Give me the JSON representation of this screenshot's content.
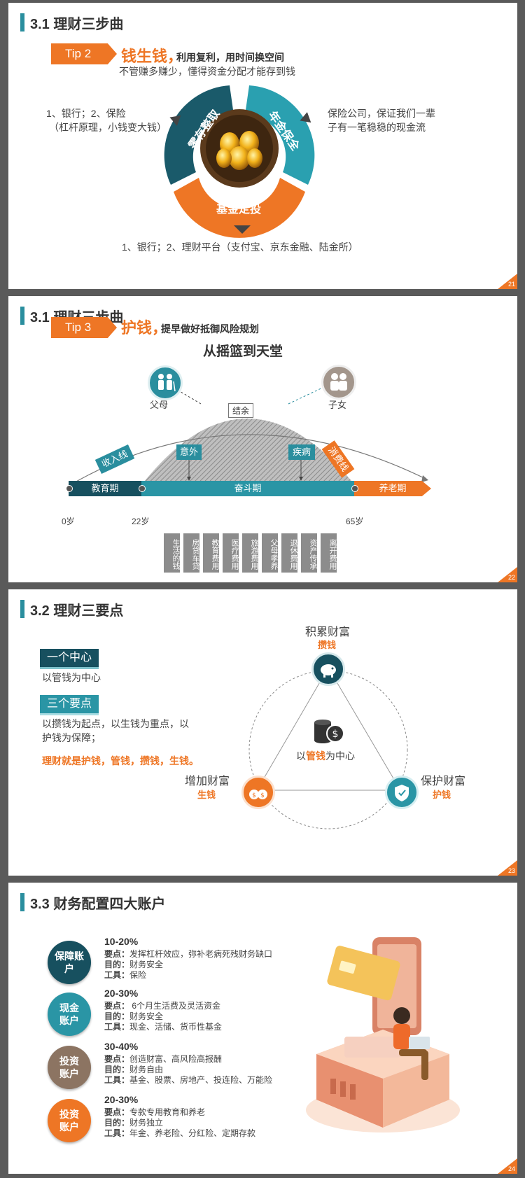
{
  "slide1": {
    "title": "3.1 理财三步曲",
    "tip": "Tip 2",
    "heading": "钱生钱，",
    "heading_sub": "利用复利，用时间换空间",
    "desc": "不管赚多赚少，懂得资金分配才能存到钱",
    "left_1": "1、银行；2、保险",
    "left_2": "（杠杆原理，小钱变大钱）",
    "right_1": "保险公司，保证我们一辈",
    "right_2": "子有一笔稳稳的现金流",
    "bottom": "1、银行；2、理财平台（支付宝、京东金融、陆金所）",
    "seg_left": "零存整取",
    "seg_right": "年金保全",
    "seg_bottom": "基金定投",
    "page": "21"
  },
  "slide2": {
    "title": "3.1 理财三步曲",
    "tip": "Tip 3",
    "heading": "护钱，",
    "heading_sub": "提早做好抵御风险规划",
    "chart_title": "从摇篮到天堂",
    "parents": "父母",
    "children": "子女",
    "surplus": "结余",
    "income": "收入线",
    "expense": "消费线",
    "accident": "意外",
    "disease": "疾病",
    "stage_edu": "教育期",
    "stage_work": "奋斗期",
    "stage_retire": "养老期",
    "age_0": "0岁",
    "age_22": "22岁",
    "age_65": "65岁",
    "expenses": [
      "生活的钱",
      "房贷车贷",
      "教育费用",
      "医疗费用",
      "旅游费用",
      "父母孝养",
      "退休费用",
      "资产传承",
      "离开费用"
    ],
    "page": "22"
  },
  "slide3": {
    "title": "3.2 理财三要点",
    "center_tag": "一个中心",
    "center_desc": "以管钱为中心",
    "points_tag": "三个要点",
    "points_desc_1": "以攒钱为起点，以生钱为重点，以",
    "points_desc_2": "护钱为保障；",
    "summary": "理财就是护钱，管钱，攒钱，生钱。",
    "top_title": "积累财富",
    "top_sub": "攒钱",
    "left_title": "增加财富",
    "left_sub": "生钱",
    "right_title": "保护财富",
    "right_sub": "护钱",
    "center_pre": "以",
    "center_key": "管钱",
    "center_post": "为中心",
    "page": "23"
  },
  "slide4": {
    "title": "3.3 财务配置四大账户",
    "accounts": [
      {
        "name_1": "保障账",
        "name_2": "户",
        "pct": "10-20%",
        "l1k": "要点：",
        "l1": "发挥杠杆效应，弥补老病死残财务缺口",
        "l2k": "目的：",
        "l2": "财务安全",
        "l3k": "工具：",
        "l3": "保险",
        "color": "#17505f"
      },
      {
        "name_1": "现金",
        "name_2": "账户",
        "pct": "20-30%",
        "l1k": "要点：",
        "l1": " 6个月生活费及灵活资金",
        "l2k": "目的：",
        "l2": "财务安全",
        "l3k": "工具：",
        "l3": "现金、活储、货币性基金",
        "color": "#2a95a5"
      },
      {
        "name_1": "投资",
        "name_2": "账户",
        "pct": "30-40%",
        "l1k": "要点：",
        "l1": "创造财富、高风险高报酬",
        "l2k": "目的：",
        "l2": "财务自由",
        "l3k": "工具：",
        "l3": "基金、股票、房地产、投连险、万能险",
        "color": "#8c7462"
      },
      {
        "name_1": "投资",
        "name_2": "账户",
        "pct": "20-30%",
        "l1k": "要点：",
        "l1": "专款专用教育和养老",
        "l2k": "目的：",
        "l2": "财务独立",
        "l3k": "工具：",
        "l3": "年金、养老险、分红险、定期存款",
        "color": "#ee7625"
      }
    ],
    "page": "24"
  },
  "colors": {
    "teal": "#2a8e9e",
    "dark_teal": "#17505f",
    "orange": "#ee7625",
    "gray": "#8c8c8c"
  }
}
